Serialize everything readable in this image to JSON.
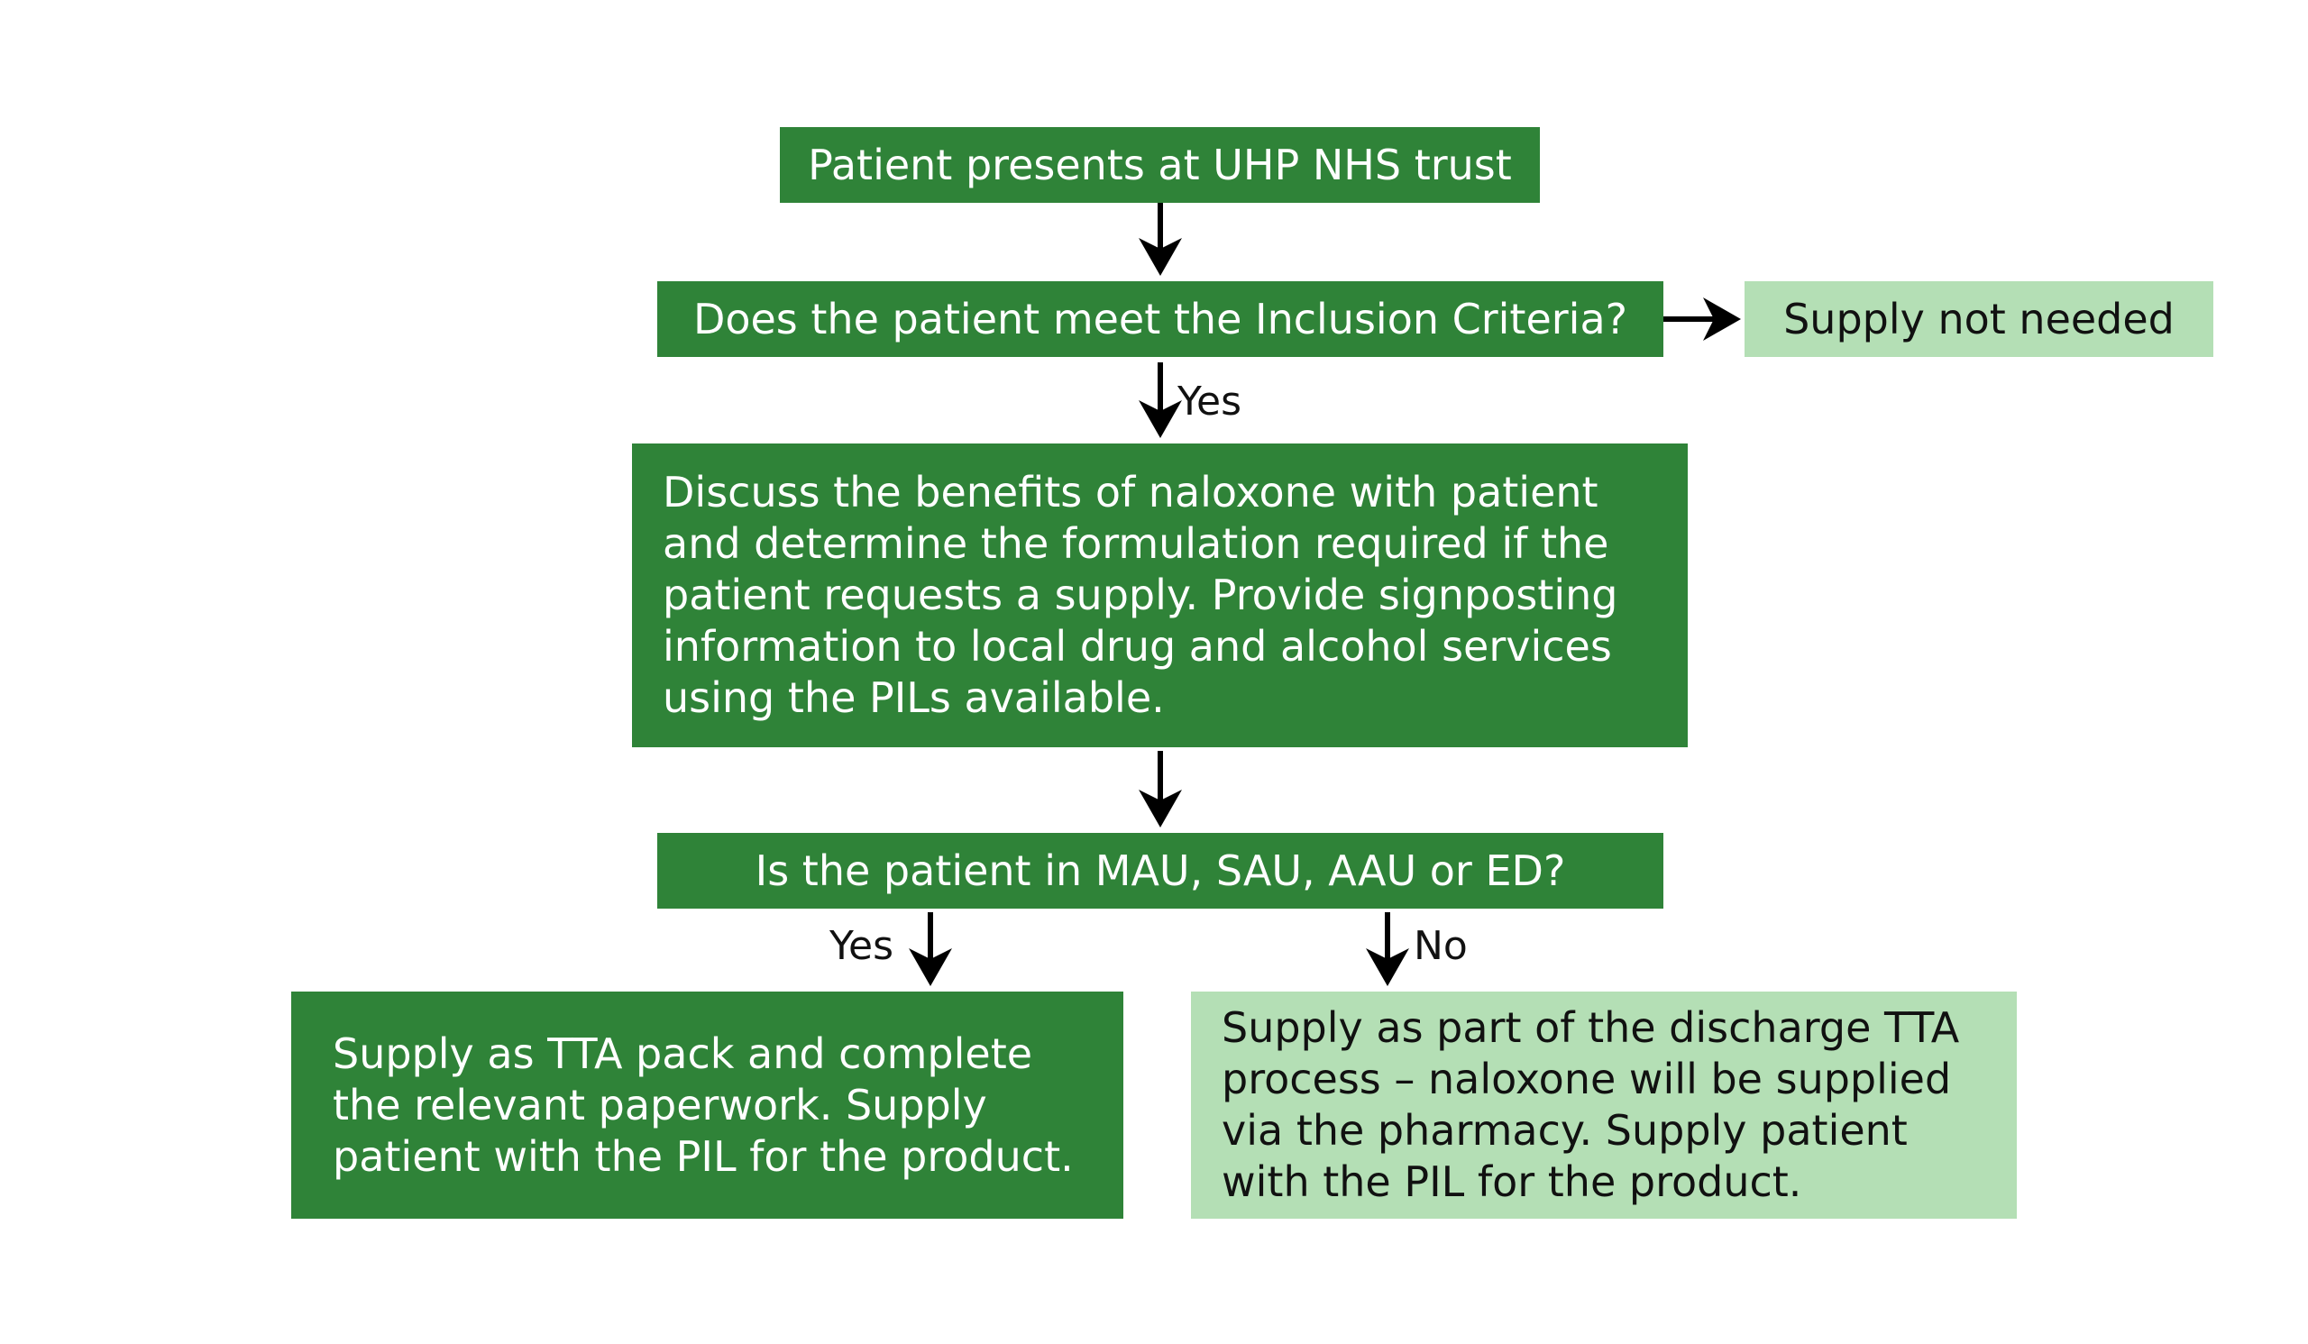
{
  "nodes": {
    "start": "Patient presents at UHP NHS trust",
    "inclusion": "Does the patient meet the Inclusion Criteria?",
    "not_needed": "Supply not needed",
    "discuss": "Discuss the benefits of naloxone with patient and determine the formulation required if the patient requests a supply. Provide signposting information to local drug and alcohol services using the PILs available.",
    "location": "Is the patient in MAU, SAU, AAU or ED?",
    "tta_pack": "Supply as TTA pack and complete the relevant paperwork. Supply patient with the PIL for the product.",
    "discharge": "Supply as part of the discharge TTA process – naloxone will be supplied via the pharmacy. Supply patient with the PIL for the product."
  },
  "edge_labels": {
    "inclusion_yes": "Yes",
    "location_yes": "Yes",
    "location_no": "No"
  },
  "colors": {
    "dark_green": "#2f8338",
    "light_green": "#b4dfb5"
  }
}
